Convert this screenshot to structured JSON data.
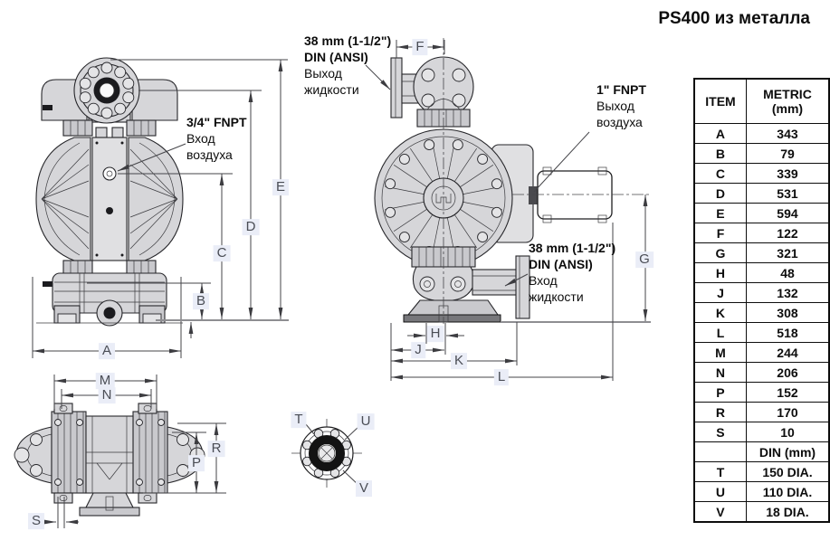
{
  "title": "PS400 из металла",
  "labels": {
    "liquid_outlet_spec1": "38 mm (1-1/2\")",
    "liquid_outlet_spec2": "DIN (ANSI)",
    "liquid_outlet_name1": "Выход",
    "liquid_outlet_name2": "жидкости",
    "air_inlet_spec": "3/4\" FNPT",
    "air_inlet_name1": "Вход",
    "air_inlet_name2": "воздуха",
    "air_outlet_spec": "1\" FNPT",
    "air_outlet_name1": "Выход",
    "air_outlet_name2": "воздуха",
    "liquid_inlet_spec1": "38 mm (1-1/2\")",
    "liquid_inlet_spec2": "DIN (ANSI)",
    "liquid_inlet_name1": "Вход",
    "liquid_inlet_name2": "жидкости"
  },
  "dims": {
    "A": "A",
    "B": "B",
    "C": "C",
    "D": "D",
    "E": "E",
    "F": "F",
    "G": "G",
    "H": "H",
    "J": "J",
    "K": "K",
    "L": "L",
    "M": "M",
    "N": "N",
    "P": "P",
    "R": "R",
    "S": "S",
    "T": "T",
    "U": "U",
    "V": "V"
  },
  "table": {
    "header_item": "ITEM",
    "header_metric1": "METRIC",
    "header_metric2": "(mm)",
    "rows": [
      {
        "item": "A",
        "value": "343"
      },
      {
        "item": "B",
        "value": "79"
      },
      {
        "item": "C",
        "value": "339"
      },
      {
        "item": "D",
        "value": "531"
      },
      {
        "item": "E",
        "value": "594"
      },
      {
        "item": "F",
        "value": "122"
      },
      {
        "item": "G",
        "value": "321"
      },
      {
        "item": "H",
        "value": "48"
      },
      {
        "item": "J",
        "value": "132"
      },
      {
        "item": "K",
        "value": "308"
      },
      {
        "item": "L",
        "value": "518"
      },
      {
        "item": "M",
        "value": "244"
      },
      {
        "item": "N",
        "value": "206"
      },
      {
        "item": "P",
        "value": "152"
      },
      {
        "item": "R",
        "value": "170"
      },
      {
        "item": "S",
        "value": "10"
      }
    ],
    "din_header": "DIN (mm)",
    "din_rows": [
      {
        "item": "T",
        "value": "150 DIA."
      },
      {
        "item": "U",
        "value": "110 DIA."
      },
      {
        "item": "V",
        "value": "18 DIA."
      }
    ]
  }
}
